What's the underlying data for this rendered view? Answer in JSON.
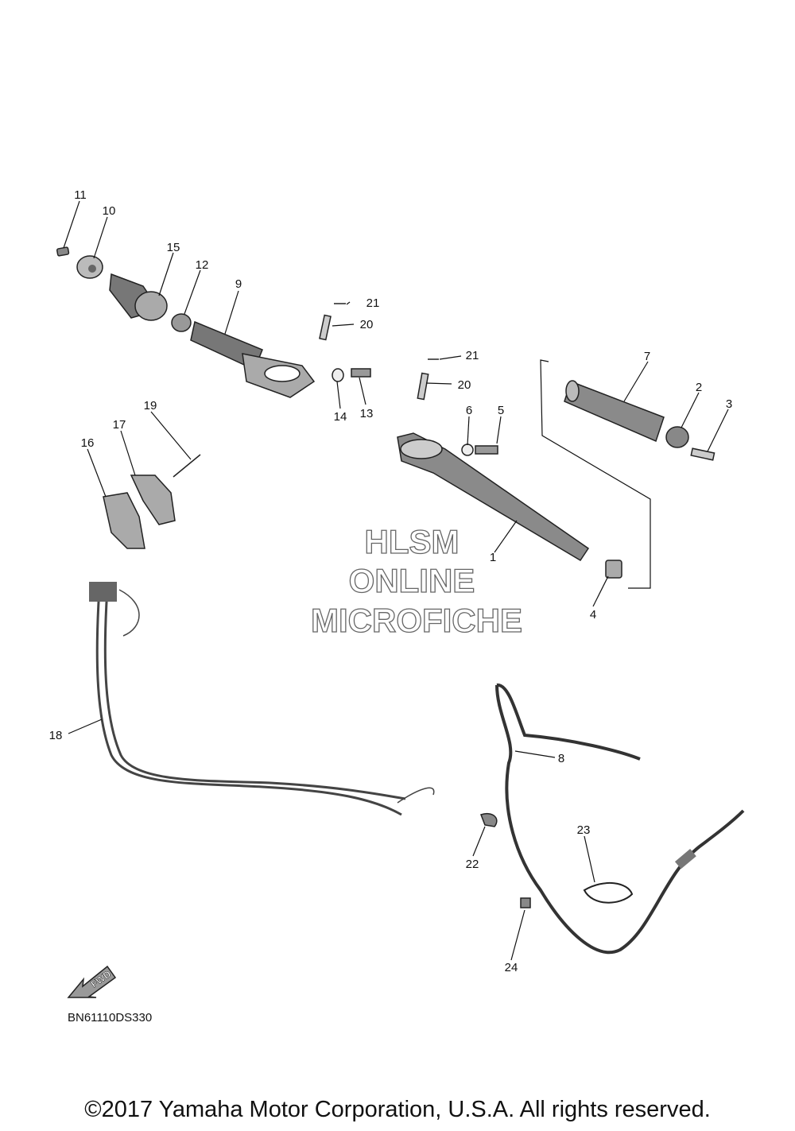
{
  "callouts": [
    "1",
    "2",
    "3",
    "4",
    "5",
    "6",
    "7",
    "8",
    "9",
    "10",
    "11",
    "12",
    "13",
    "14",
    "15",
    "16",
    "17",
    "18",
    "19",
    "20",
    "21",
    "20",
    "21",
    "22",
    "23",
    "24"
  ],
  "watermark": {
    "line1": "HLSM",
    "line2": "ONLINE",
    "line3": "MICROFICHE"
  },
  "fwd_label": "FWD",
  "diagram_code": "BN61110DS330",
  "copyright": "©2017 Yamaha Motor Corporation, U.S.A. All rights reserved.",
  "colors": {
    "part_fill": "#9a9a9a",
    "part_dark": "#555555",
    "line": "#111111"
  }
}
